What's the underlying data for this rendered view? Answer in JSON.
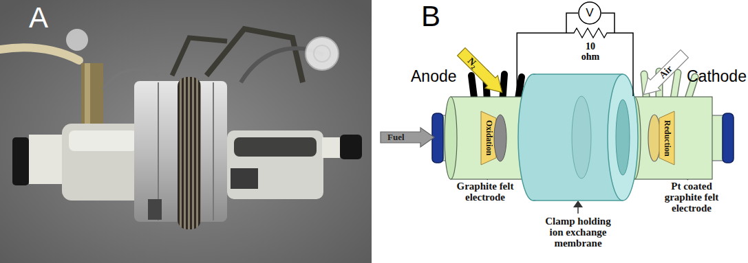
{
  "diagram": {
    "nodes": [
      {
        "text": [
          "N₂"
        ]
      },
      {
        "text": [
          "V"
        ]
      },
      {
        "text": [
          "10 ohm"
        ]
      },
      {
        "text": [
          "Air"
        ]
      },
      {
        "text": [
          "Anode"
        ]
      },
      {
        "text": [
          "Oxidation"
        ],
        "in": 4
      },
      {
        "text": [
          "Cathode"
        ]
      },
      {
        "text": [
          "Reduction"
        ],
        "in": 6
      },
      {
        "text": [
          "Fuel"
        ]
      }
    ],
    "edges": [
      {
        "from": 4,
        "to": 2,
        "arrow": "none"
      },
      {
        "from": 2,
        "to": 6,
        "arrow": "none"
      },
      {
        "from": 1,
        "to": 2,
        "arrow": "none"
      },
      {
        "from": 1,
        "to": 2,
        "arrow": "none"
      }
    ],
    "labels": [
      "A",
      "B",
      "Graphite felt electrode",
      "Pt coated graphite felt electrode",
      "Clamp holding ion exchange membrane"
    ]
  }
}
